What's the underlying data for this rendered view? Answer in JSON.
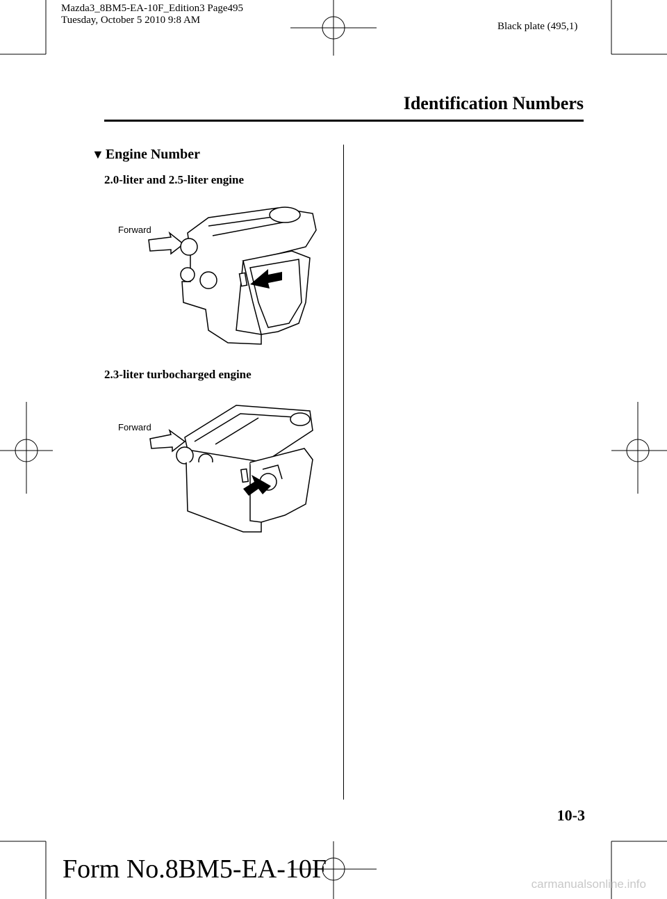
{
  "header": {
    "print_line1": "Mazda3_8BM5-EA-10F_Edition3 Page495",
    "print_line2": "Tuesday, October 5 2010 9:8 AM",
    "plate": "Black plate (495,1)",
    "section_title": "Identification Numbers"
  },
  "content": {
    "heading_marker": "▼",
    "heading": "Engine Number",
    "figure1": {
      "caption": "2.0-liter and 2.5-liter engine",
      "arrow_label": "Forward"
    },
    "figure2": {
      "caption": "2.3-liter turbocharged engine",
      "arrow_label": "Forward"
    }
  },
  "footer": {
    "page_number": "10-3",
    "form_number": "Form No.8BM5-EA-10F",
    "watermark": "carmanualsonline.info"
  }
}
